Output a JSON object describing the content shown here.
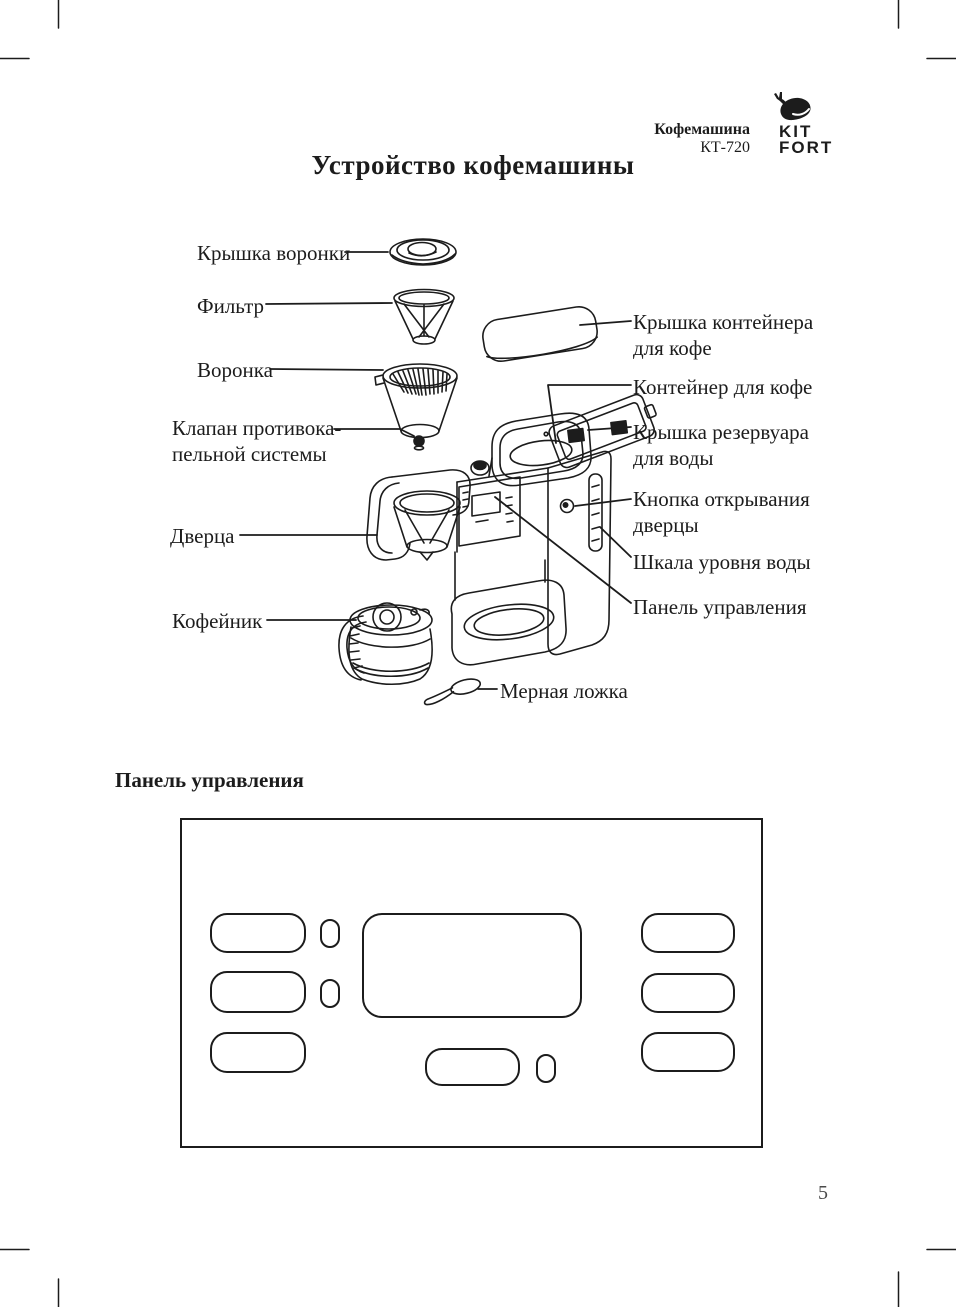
{
  "colors": {
    "ink": "#1c1c1c",
    "page_background": "#ffffff",
    "page_number_color": "#4a4a4a"
  },
  "header": {
    "product": "Кофемашина",
    "model": "КТ-720",
    "brand_top": "KIT",
    "brand_bottom": "FORT",
    "logo_icon": "kitfort-whale-plug-icon"
  },
  "title": "Устройство кофемашины",
  "diagram": {
    "labels": {
      "funnel_lid": "Крышка воронки",
      "filter": "Фильтр",
      "funnel": "Воронка",
      "antidrip_line1": "Клапан противока-",
      "antidrip_line2": "пельной системы",
      "door": "Дверца",
      "coffee_pot": "Кофейник",
      "container_lid_line1": "Крышка контейнера",
      "container_lid_line2": "для кофе",
      "container": "Контейнер для кофе",
      "water_lid_line1": "Крышка резервуара",
      "water_lid_line2": "для воды",
      "door_button_line1": "Кнопка открывания",
      "door_button_line2": "дверцы",
      "water_scale": "Шкала уровня воды",
      "control_panel": "Панель управления",
      "measuring_spoon": "Мерная ложка"
    }
  },
  "control_panel_section": {
    "heading": "Панель управления"
  },
  "page": {
    "number": "5"
  }
}
